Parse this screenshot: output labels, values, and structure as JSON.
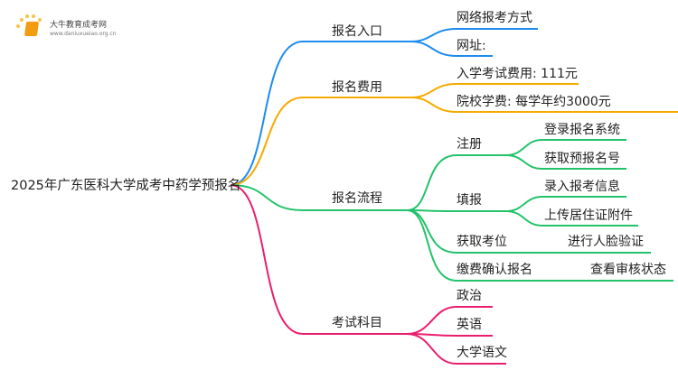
{
  "logo": {
    "title": "大牛教育成考网",
    "url": "www.daniuxueiao.org.cn"
  },
  "root": "2025年广东医科大学成考中药学预报名",
  "colors": {
    "blue": "#1e8cf0",
    "orange": "#f5aa00",
    "green": "#22c36a",
    "pink": "#ea1e6e"
  },
  "branches": [
    {
      "label": "报名入口",
      "children": [
        "网络报考方式",
        "网址:"
      ]
    },
    {
      "label": "报名费用",
      "children": [
        "入学考试费用: 111元",
        "院校学费: 每学年约3000元"
      ]
    },
    {
      "label": "报名流程",
      "children": [
        {
          "label": "注册",
          "children": [
            "登录报名系统",
            "获取预报名号"
          ]
        },
        {
          "label": "填报",
          "children": [
            "录入报考信息",
            "上传居住证附件"
          ]
        },
        {
          "label": "获取考位",
          "children": [
            "进行人脸验证"
          ]
        },
        {
          "label": "缴费确认报名",
          "children": [
            "查看审核状态"
          ]
        }
      ]
    },
    {
      "label": "考试科目",
      "children": [
        "政治",
        "英语",
        "大学语文"
      ]
    }
  ]
}
